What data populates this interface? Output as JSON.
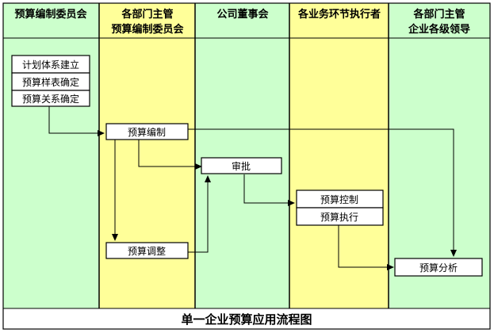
{
  "colors": {
    "green": "#ccffcc",
    "yellow": "#ffff99",
    "line": "#000000",
    "box": "#ffffff"
  },
  "lanes": [
    {
      "name": "预算编制委员会",
      "lines": [
        "预算编制委员会"
      ]
    },
    {
      "name": "各部门主管预算编制委员会",
      "lines": [
        "各部门主管",
        "预算编制委员会"
      ]
    },
    {
      "name": "公司董事会",
      "lines": [
        "公司董事会"
      ]
    },
    {
      "name": "各业务环节执行者",
      "lines": [
        "各业务环节执行者"
      ]
    },
    {
      "name": "各部门主管企业各级领导",
      "lines": [
        "各部门主管",
        "企业各级领导"
      ]
    }
  ],
  "nodes": {
    "plan_setup": "计划体系建立",
    "sample_table": "预算样表确定",
    "relation": "预算关系确定",
    "compile": "预算编制",
    "adjust": "预算调整",
    "approve": "审批",
    "control": "预算控制",
    "execute": "预算执行",
    "analysis": "预算分析"
  },
  "caption": "单一企业预算应用流程图"
}
